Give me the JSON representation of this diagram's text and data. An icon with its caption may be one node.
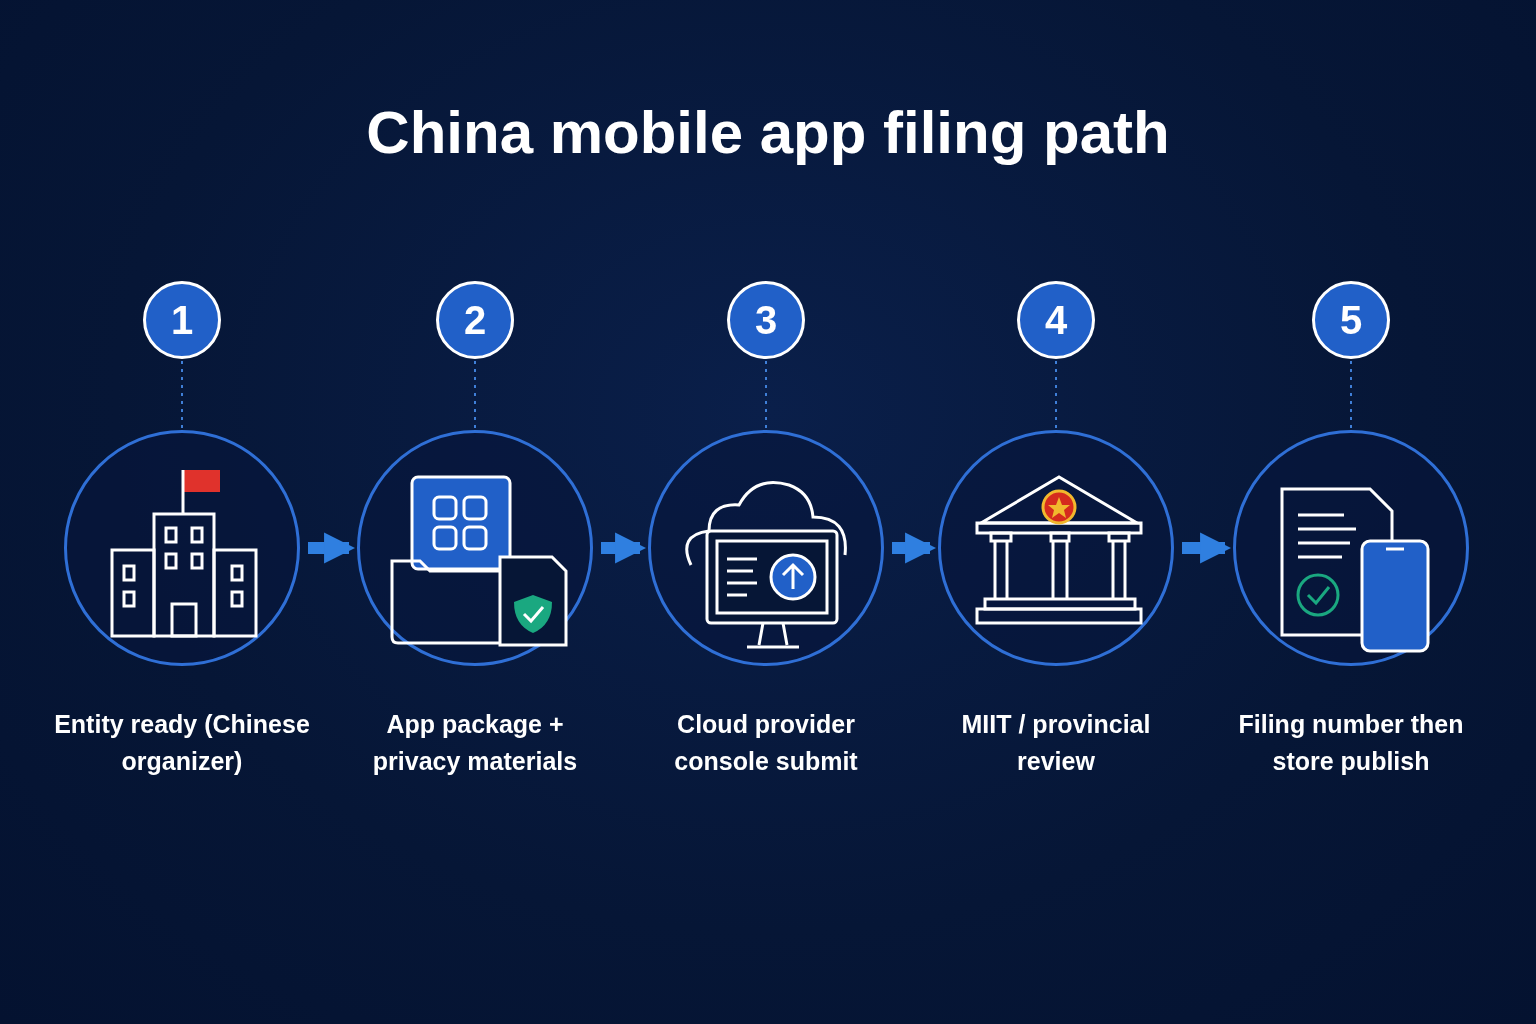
{
  "diagram": {
    "title": "China mobile app filing path",
    "nodes": [
      {
        "text": [
          "1"
        ]
      },
      {
        "text": [
          "Entity ready (Chinese organizer)"
        ]
      },
      {
        "text": [
          "2"
        ]
      },
      {
        "text": [
          "App package + privacy materials"
        ]
      },
      {
        "text": [
          "3"
        ]
      },
      {
        "text": [
          "Cloud provider console submit"
        ]
      },
      {
        "text": [
          "4"
        ]
      },
      {
        "text": [
          "MIIT / provincial review"
        ]
      },
      {
        "text": [
          "5"
        ]
      },
      {
        "text": [
          "Filing number then store publish"
        ]
      }
    ],
    "edges": [
      {
        "from": 0,
        "to": 1,
        "arrow": "none",
        "style": "dashed"
      },
      {
        "from": 2,
        "to": 3,
        "arrow": "none",
        "style": "dashed"
      },
      {
        "from": 4,
        "to": 5,
        "arrow": "none",
        "style": "dashed"
      },
      {
        "from": 6,
        "to": 7,
        "arrow": "none",
        "style": "dashed"
      },
      {
        "from": 8,
        "to": 9,
        "arrow": "none",
        "style": "dashed"
      },
      {
        "from": 1,
        "to": 3,
        "arrow": "to",
        "style": "thick"
      },
      {
        "from": 3,
        "to": 5,
        "arrow": "to",
        "style": "thick"
      },
      {
        "from": 5,
        "to": 7,
        "arrow": "to",
        "style": "thick"
      },
      {
        "from": 7,
        "to": 9,
        "arrow": "to",
        "style": "thick"
      }
    ]
  }
}
